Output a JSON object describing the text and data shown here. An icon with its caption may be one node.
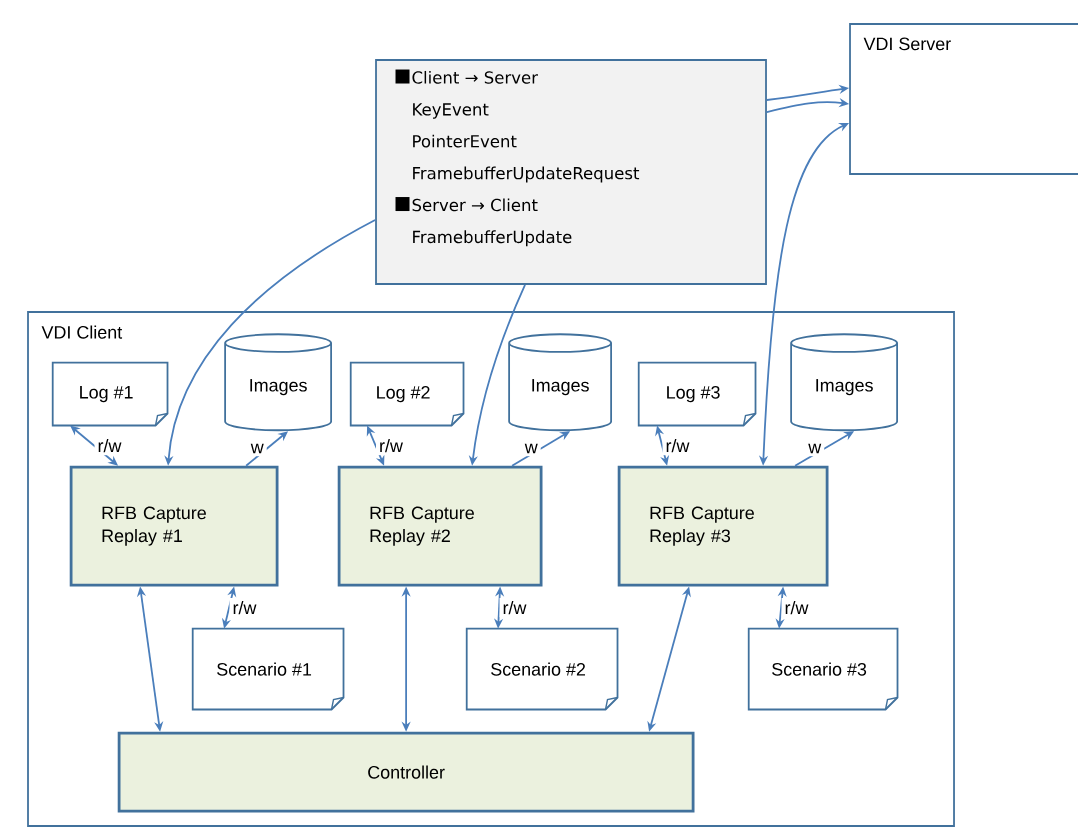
{
  "diagram": {
    "nodes": [
      {
        "text": [
          "VDI Server"
        ]
      },
      {
        "text": [
          "Client → Server",
          "KeyEvent",
          "PointerEvent",
          "FramebufferUpdateRequest",
          "Server → Client",
          "FramebufferUpdate"
        ]
      },
      {
        "text": [
          "VDI Client"
        ]
      },
      {
        "text": [
          "Log #1"
        ],
        "in": 2
      },
      {
        "text": [
          "Images"
        ],
        "in": 2
      },
      {
        "text": [
          "Log #2"
        ],
        "in": 2
      },
      {
        "text": [
          "Images"
        ],
        "in": 2
      },
      {
        "text": [
          "Log #3"
        ],
        "in": 2
      },
      {
        "text": [
          "Images"
        ],
        "in": 2
      },
      {
        "text": [
          "RFB Capture Replay  #1"
        ],
        "in": 2
      },
      {
        "text": [
          "RFB Capture Replay  #2"
        ],
        "in": 2
      },
      {
        "text": [
          "RFB Capture Replay  #3"
        ],
        "in": 2
      },
      {
        "text": [
          "Scenario #1"
        ],
        "in": 2
      },
      {
        "text": [
          "Scenario #2"
        ],
        "in": 2
      },
      {
        "text": [
          "Scenario #3"
        ],
        "in": 2
      },
      {
        "text": [
          "Controller"
        ],
        "in": 2
      }
    ],
    "edges": [
      {
        "from": 1,
        "to": 9,
        "arrow": "to"
      },
      {
        "from": 1,
        "to": 10,
        "arrow": "to"
      },
      {
        "from": 1,
        "to": 0,
        "arrow": "to"
      },
      {
        "from": 1,
        "to": 0,
        "arrow": "to"
      },
      {
        "from": 11,
        "to": 0,
        "arrow": "both"
      },
      {
        "from": 3,
        "to": 9,
        "arrow": "both",
        "label": "r/w"
      },
      {
        "from": 9,
        "to": 4,
        "arrow": "to",
        "label": "w"
      },
      {
        "from": 5,
        "to": 10,
        "arrow": "both",
        "label": "r/w"
      },
      {
        "from": 10,
        "to": 6,
        "arrow": "to",
        "label": "w"
      },
      {
        "from": 7,
        "to": 11,
        "arrow": "both",
        "label": "r/w"
      },
      {
        "from": 11,
        "to": 8,
        "arrow": "to",
        "label": "w"
      },
      {
        "from": 9,
        "to": 12,
        "arrow": "both",
        "label": "r/w"
      },
      {
        "from": 10,
        "to": 13,
        "arrow": "both",
        "label": "r/w"
      },
      {
        "from": 11,
        "to": 14,
        "arrow": "both",
        "label": "r/w"
      },
      {
        "from": 9,
        "to": 15,
        "arrow": "both"
      },
      {
        "from": 10,
        "to": 15,
        "arrow": "both"
      },
      {
        "from": 11,
        "to": 15,
        "arrow": "both"
      }
    ]
  }
}
